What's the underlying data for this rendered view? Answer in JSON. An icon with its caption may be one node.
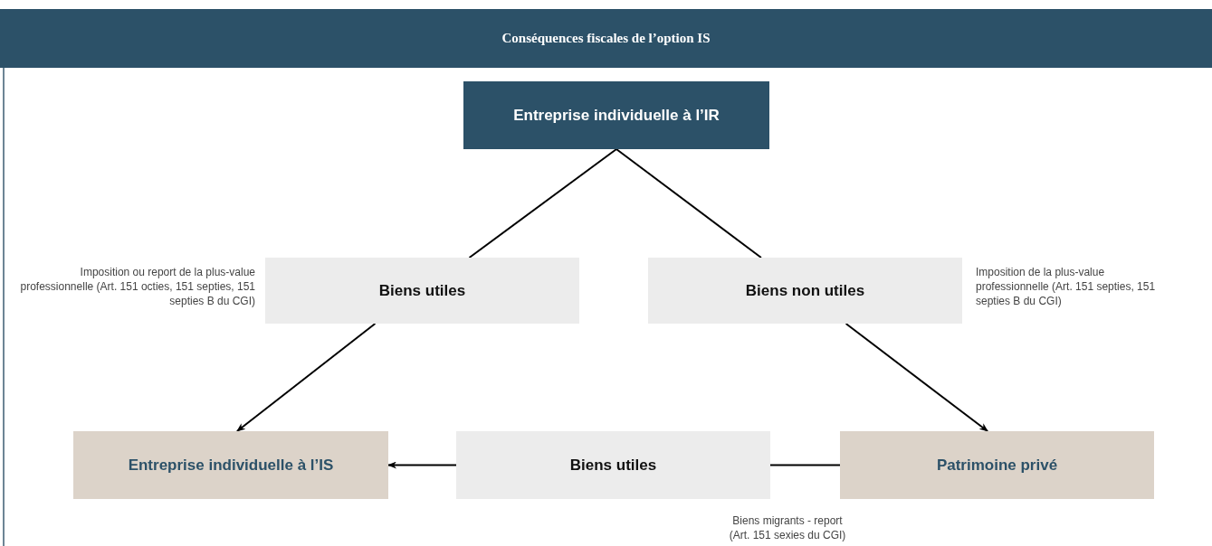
{
  "diagram": {
    "title": "Conséquences fiscales de l’option IS",
    "nodes": [
      {
        "text": [
          "Entreprise individuelle à l’IR"
        ]
      },
      {
        "text": [
          "Biens utiles"
        ],
        "beside": [
          "Imposition ou report de la plus-value professionnelle (Art. 151 octies, 151 septies, 151 septies B du CGI)"
        ]
      },
      {
        "text": [
          "Biens non utiles"
        ],
        "beside": [
          "Imposition de la plus-value professionnelle (Art. 151 septies, 151 septies B du CGI)"
        ]
      },
      {
        "text": [
          "Entreprise individuelle à l’IS"
        ]
      },
      {
        "text": [
          "Biens utiles"
        ]
      },
      {
        "text": [
          "Patrimoine privé"
        ]
      }
    ],
    "edges": [
      {
        "from": 0,
        "to": 1,
        "arrow": "none"
      },
      {
        "from": 0,
        "to": 2,
        "arrow": "none"
      },
      {
        "from": 1,
        "to": 3,
        "arrow": "to"
      },
      {
        "from": 2,
        "to": 5,
        "arrow": "to"
      },
      {
        "from": 5,
        "to": 4,
        "arrow": "none"
      },
      {
        "from": 4,
        "to": 3,
        "arrow": "to"
      }
    ],
    "labels": [
      "Biens migrants - report (Art. 151 sexies du CGI)"
    ]
  }
}
